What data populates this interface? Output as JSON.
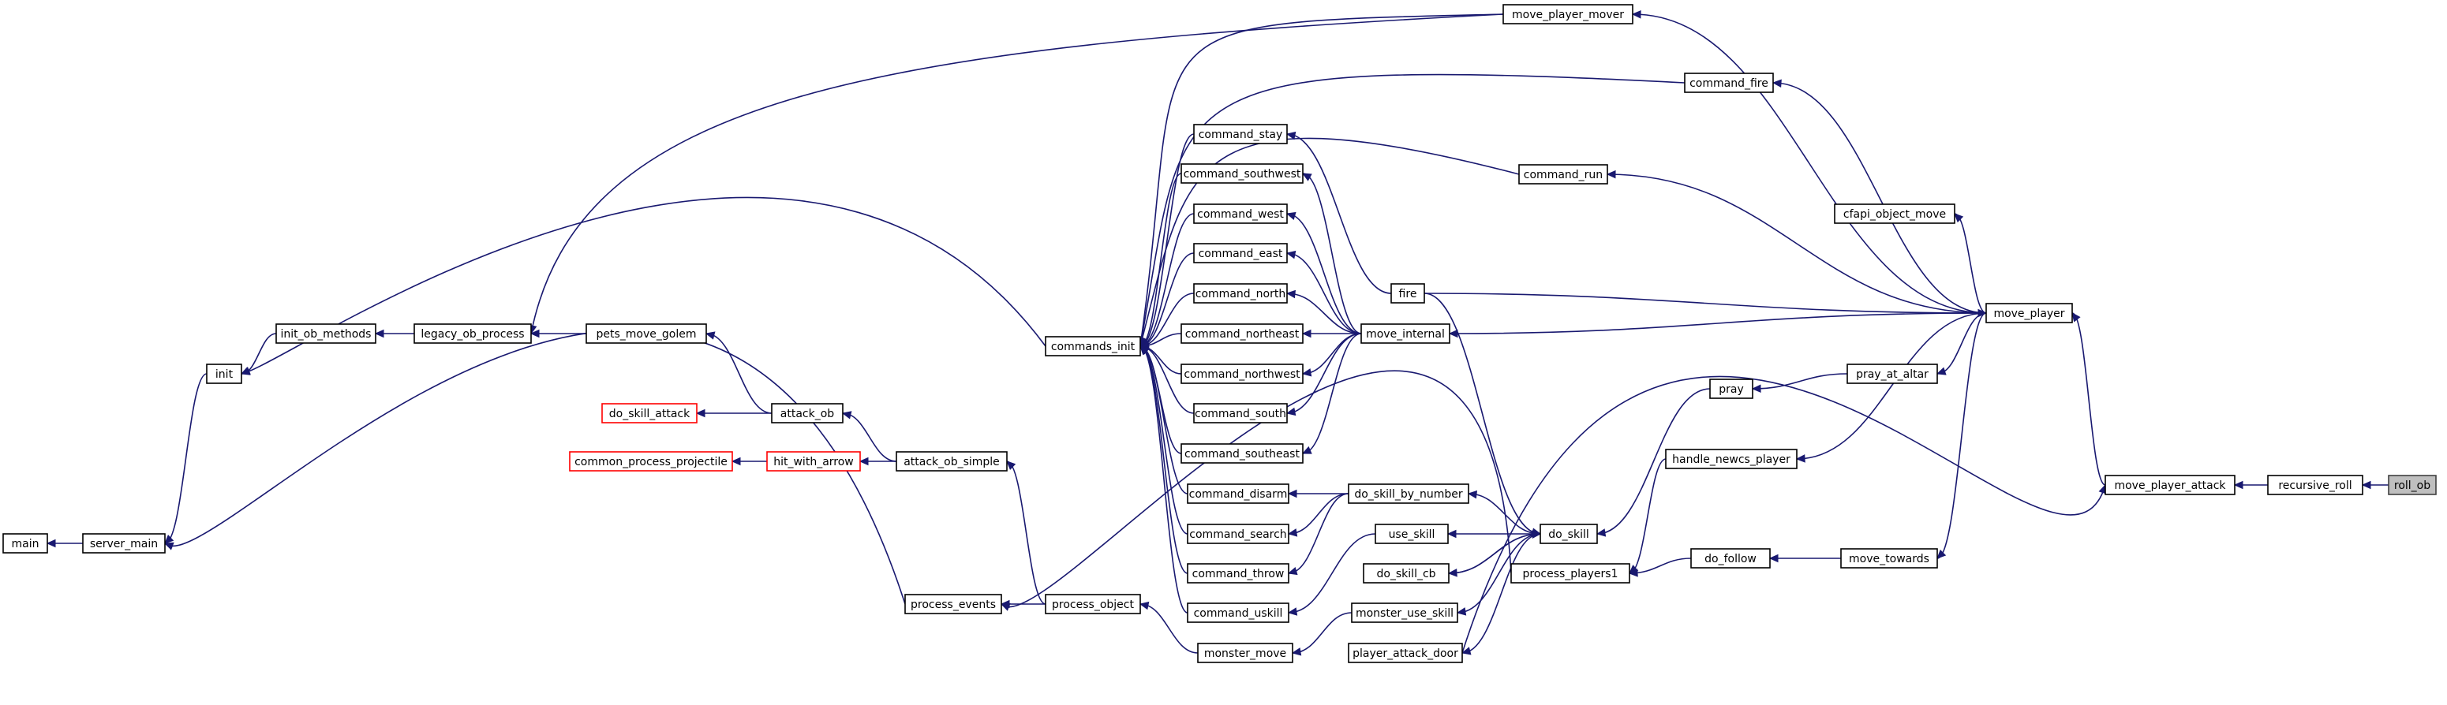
{
  "graph": {
    "kind": "caller-graph",
    "nodes": [
      {
        "id": "roll_ob",
        "label": "roll_ob",
        "style": "focus"
      },
      {
        "id": "recursive_roll",
        "label": "recursive_roll",
        "style": "normal"
      },
      {
        "id": "move_player_attack",
        "label": "move_player_attack",
        "style": "normal"
      },
      {
        "id": "move_player",
        "label": "move_player",
        "style": "normal"
      },
      {
        "id": "move_player_mover",
        "label": "move_player_mover",
        "style": "normal"
      },
      {
        "id": "command_fire",
        "label": "command_fire",
        "style": "normal"
      },
      {
        "id": "command_run",
        "label": "command_run",
        "style": "normal"
      },
      {
        "id": "cfapi_object_move",
        "label": "cfapi_object_move",
        "style": "normal"
      },
      {
        "id": "move_internal",
        "label": "move_internal",
        "style": "normal"
      },
      {
        "id": "pray_at_altar",
        "label": "pray_at_altar",
        "style": "normal"
      },
      {
        "id": "pray",
        "label": "pray",
        "style": "normal"
      },
      {
        "id": "handle_newcs_player",
        "label": "handle_newcs_player",
        "style": "normal"
      },
      {
        "id": "move_towards",
        "label": "move_towards",
        "style": "normal"
      },
      {
        "id": "do_follow",
        "label": "do_follow",
        "style": "normal"
      },
      {
        "id": "process_players1",
        "label": "process_players1",
        "style": "normal"
      },
      {
        "id": "do_skill",
        "label": "do_skill",
        "style": "normal"
      },
      {
        "id": "fire",
        "label": "fire",
        "style": "normal"
      },
      {
        "id": "do_skill_by_number",
        "label": "do_skill_by_number",
        "style": "normal"
      },
      {
        "id": "use_skill",
        "label": "use_skill",
        "style": "normal"
      },
      {
        "id": "do_skill_cb",
        "label": "do_skill_cb",
        "style": "normal"
      },
      {
        "id": "monster_use_skill",
        "label": "monster_use_skill",
        "style": "normal"
      },
      {
        "id": "player_attack_door",
        "label": "player_attack_door",
        "style": "normal"
      },
      {
        "id": "command_stay",
        "label": "command_stay",
        "style": "normal"
      },
      {
        "id": "command_southwest",
        "label": "command_southwest",
        "style": "normal"
      },
      {
        "id": "command_west",
        "label": "command_west",
        "style": "normal"
      },
      {
        "id": "command_east",
        "label": "command_east",
        "style": "normal"
      },
      {
        "id": "command_north",
        "label": "command_north",
        "style": "normal"
      },
      {
        "id": "command_northeast",
        "label": "command_northeast",
        "style": "normal"
      },
      {
        "id": "command_northwest",
        "label": "command_northwest",
        "style": "normal"
      },
      {
        "id": "command_south",
        "label": "command_south",
        "style": "normal"
      },
      {
        "id": "command_southeast",
        "label": "command_southeast",
        "style": "normal"
      },
      {
        "id": "command_disarm",
        "label": "command_disarm",
        "style": "normal"
      },
      {
        "id": "command_search",
        "label": "command_search",
        "style": "normal"
      },
      {
        "id": "command_throw",
        "label": "command_throw",
        "style": "normal"
      },
      {
        "id": "command_uskill",
        "label": "command_uskill",
        "style": "normal"
      },
      {
        "id": "monster_move",
        "label": "monster_move",
        "style": "normal"
      },
      {
        "id": "commands_init",
        "label": "commands_init",
        "style": "normal"
      },
      {
        "id": "init",
        "label": "init",
        "style": "normal"
      },
      {
        "id": "init_ob_methods",
        "label": "init_ob_methods",
        "style": "normal"
      },
      {
        "id": "legacy_ob_process",
        "label": "legacy_ob_process",
        "style": "normal"
      },
      {
        "id": "pets_move_golem",
        "label": "pets_move_golem",
        "style": "normal"
      },
      {
        "id": "attack_ob",
        "label": "attack_ob",
        "style": "normal"
      },
      {
        "id": "do_skill_attack",
        "label": "do_skill_attack",
        "style": "red"
      },
      {
        "id": "attack_ob_simple",
        "label": "attack_ob_simple",
        "style": "normal"
      },
      {
        "id": "hit_with_arrow",
        "label": "hit_with_arrow",
        "style": "red"
      },
      {
        "id": "common_process_projectile",
        "label": "common_process_projectile",
        "style": "red"
      },
      {
        "id": "process_object",
        "label": "process_object",
        "style": "normal"
      },
      {
        "id": "process_events",
        "label": "process_events",
        "style": "normal"
      },
      {
        "id": "server_main",
        "label": "server_main",
        "style": "normal"
      },
      {
        "id": "main",
        "label": "main",
        "style": "normal"
      }
    ],
    "edges": [
      [
        "recursive_roll",
        "roll_ob"
      ],
      [
        "move_player_attack",
        "recursive_roll"
      ],
      [
        "move_player",
        "move_player_attack"
      ],
      [
        "move_player_mover",
        "move_player"
      ],
      [
        "command_fire",
        "move_player"
      ],
      [
        "command_run",
        "move_player"
      ],
      [
        "cfapi_object_move",
        "move_player"
      ],
      [
        "move_internal",
        "move_player"
      ],
      [
        "pray_at_altar",
        "move_player"
      ],
      [
        "handle_newcs_player",
        "move_player"
      ],
      [
        "move_towards",
        "move_player"
      ],
      [
        "move_player",
        "fire"
      ],
      [
        "pray",
        "pray_at_altar"
      ],
      [
        "do_skill",
        "pray"
      ],
      [
        "process_players1",
        "handle_newcs_player"
      ],
      [
        "do_follow",
        "move_towards"
      ],
      [
        "process_players1",
        "do_follow"
      ],
      [
        "do_skill",
        "fire"
      ],
      [
        "command_stay",
        "fire"
      ],
      [
        "do_skill_by_number",
        "do_skill"
      ],
      [
        "use_skill",
        "do_skill"
      ],
      [
        "do_skill_cb",
        "do_skill"
      ],
      [
        "monster_use_skill",
        "do_skill"
      ],
      [
        "player_attack_door",
        "do_skill"
      ],
      [
        "do_skill",
        "do_skill_cb"
      ],
      [
        "move_player_attack",
        "player_attack_door"
      ],
      [
        "command_southwest",
        "move_internal"
      ],
      [
        "command_west",
        "move_internal"
      ],
      [
        "command_east",
        "move_internal"
      ],
      [
        "command_north",
        "move_internal"
      ],
      [
        "command_northeast",
        "move_internal"
      ],
      [
        "command_northwest",
        "move_internal"
      ],
      [
        "command_south",
        "move_internal"
      ],
      [
        "command_southeast",
        "move_internal"
      ],
      [
        "command_disarm",
        "do_skill_by_number"
      ],
      [
        "command_search",
        "do_skill_by_number"
      ],
      [
        "command_throw",
        "do_skill_by_number"
      ],
      [
        "command_uskill",
        "use_skill"
      ],
      [
        "monster_move",
        "monster_use_skill"
      ],
      [
        "commands_init",
        "move_player_mover"
      ],
      [
        "commands_init",
        "command_fire"
      ],
      [
        "commands_init",
        "command_run"
      ],
      [
        "commands_init",
        "command_stay"
      ],
      [
        "commands_init",
        "command_southwest"
      ],
      [
        "commands_init",
        "command_west"
      ],
      [
        "commands_init",
        "command_east"
      ],
      [
        "commands_init",
        "command_north"
      ],
      [
        "commands_init",
        "command_northeast"
      ],
      [
        "commands_init",
        "command_northwest"
      ],
      [
        "commands_init",
        "command_south"
      ],
      [
        "commands_init",
        "command_southeast"
      ],
      [
        "commands_init",
        "command_disarm"
      ],
      [
        "commands_init",
        "command_search"
      ],
      [
        "commands_init",
        "command_throw"
      ],
      [
        "commands_init",
        "command_uskill"
      ],
      [
        "init",
        "commands_init"
      ],
      [
        "init",
        "init_ob_methods"
      ],
      [
        "init_ob_methods",
        "legacy_ob_process"
      ],
      [
        "legacy_ob_process",
        "pets_move_golem"
      ],
      [
        "legacy_ob_process",
        "move_player_mover"
      ],
      [
        "pets_move_golem",
        "attack_ob"
      ],
      [
        "do_skill_attack",
        "attack_ob"
      ],
      [
        "attack_ob",
        "attack_ob_simple"
      ],
      [
        "hit_with_arrow",
        "attack_ob_simple"
      ],
      [
        "common_process_projectile",
        "hit_with_arrow"
      ],
      [
        "attack_ob_simple",
        "process_object"
      ],
      [
        "process_events",
        "process_object"
      ],
      [
        "process_object",
        "monster_move"
      ],
      [
        "process_events",
        "process_players1"
      ],
      [
        "server_main",
        "init"
      ],
      [
        "server_main",
        "process_events"
      ],
      [
        "main",
        "server_main"
      ]
    ]
  }
}
